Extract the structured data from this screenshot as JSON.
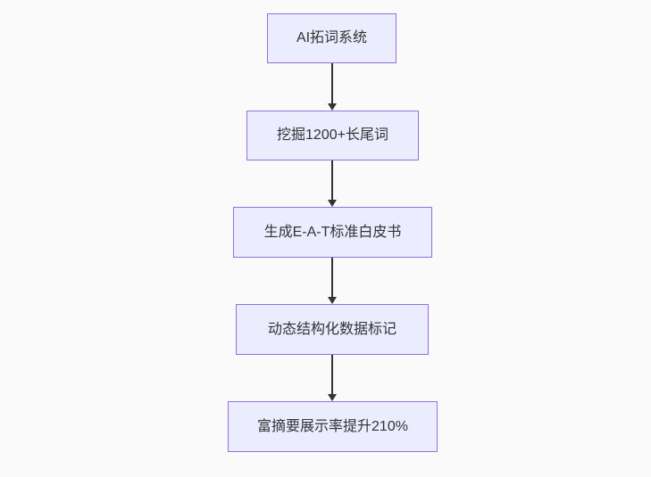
{
  "diagram": {
    "type": "flowchart-vertical",
    "direction": "top-down",
    "colors": {
      "canvas_background": "#FAFAFA",
      "node_fill": "#ECECFF",
      "node_border": "#9370DB",
      "arrow_color": "#333333",
      "text_color": "#333333"
    },
    "nodes": [
      {
        "id": "node-0",
        "label": "AI拓词系统"
      },
      {
        "id": "node-1",
        "label": "挖掘1200+长尾词"
      },
      {
        "id": "node-2",
        "label": "生成E-A-T标准白皮书"
      },
      {
        "id": "node-3",
        "label": "动态结构化数据标记"
      },
      {
        "id": "node-4",
        "label": "富摘要展示率提升210%"
      }
    ],
    "edges": [
      {
        "from": "node-0",
        "to": "node-1"
      },
      {
        "from": "node-1",
        "to": "node-2"
      },
      {
        "from": "node-2",
        "to": "node-3"
      },
      {
        "from": "node-3",
        "to": "node-4"
      }
    ]
  }
}
